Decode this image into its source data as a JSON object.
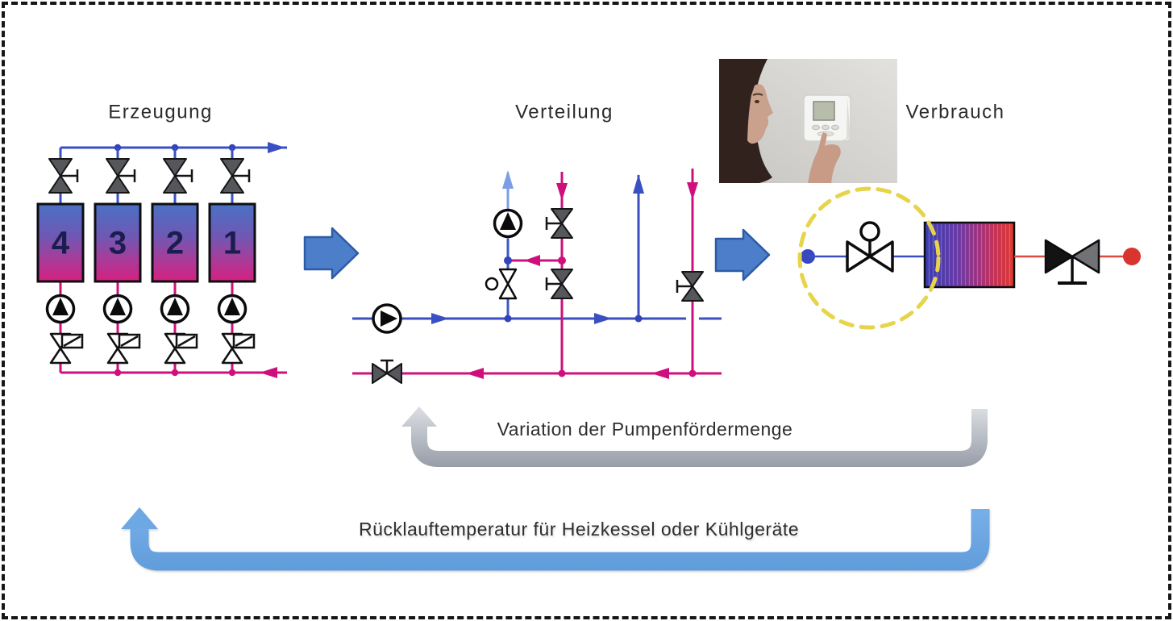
{
  "sections": {
    "generation": {
      "title": "Erzeugung",
      "boiler_numbers": [
        "4",
        "3",
        "2",
        "1"
      ]
    },
    "distribution": {
      "title": "Verteilung"
    },
    "consumption": {
      "title": "Verbrauch"
    }
  },
  "feedback_labels": {
    "pump_flow": "Variation der Pumpenfördermenge",
    "return_temperature": "Rücklauftemperatur für Heizkessel oder Kühlgeräte"
  },
  "icons": {
    "shutoff_valve": "gray-bowtie-valve-with-t-handle",
    "pump": "circle-with-black-triangle",
    "motor_valve": "bowtie-valve-with-actuator-box",
    "balancing_valve": "bowtie-valve-with-circle-handle",
    "control_valve": "bowtie-valve-with-round-actuator",
    "lockshield_valve": "bowtie-valve-with-foot-stem",
    "radiator": "gradient-striped-rectangle",
    "thermostat_photo": "woman-adjusting-wall-thermostat"
  },
  "colors": {
    "supply_blue": "#3a50c2",
    "secondary_light_blue": "#7d9de4",
    "return_magenta": "#cf107c",
    "valve_gray": "#55575b",
    "boiler_gradient_top": "#4a71c4",
    "boiler_gradient_bottom": "#d6217f",
    "radiator_left": "#3a3db0",
    "radiator_right": "#de3a31",
    "big_arrow_fill": "#4c7ec9",
    "big_arrow_border": "#2d5ba6",
    "feedback_gray": "#aab0ba",
    "feedback_blue": "#6da7e4",
    "highlight_yellow_dashed": "#e7d44b",
    "hot_red": "#d8352e",
    "boiler_number_navy": "#1b1d4f"
  }
}
